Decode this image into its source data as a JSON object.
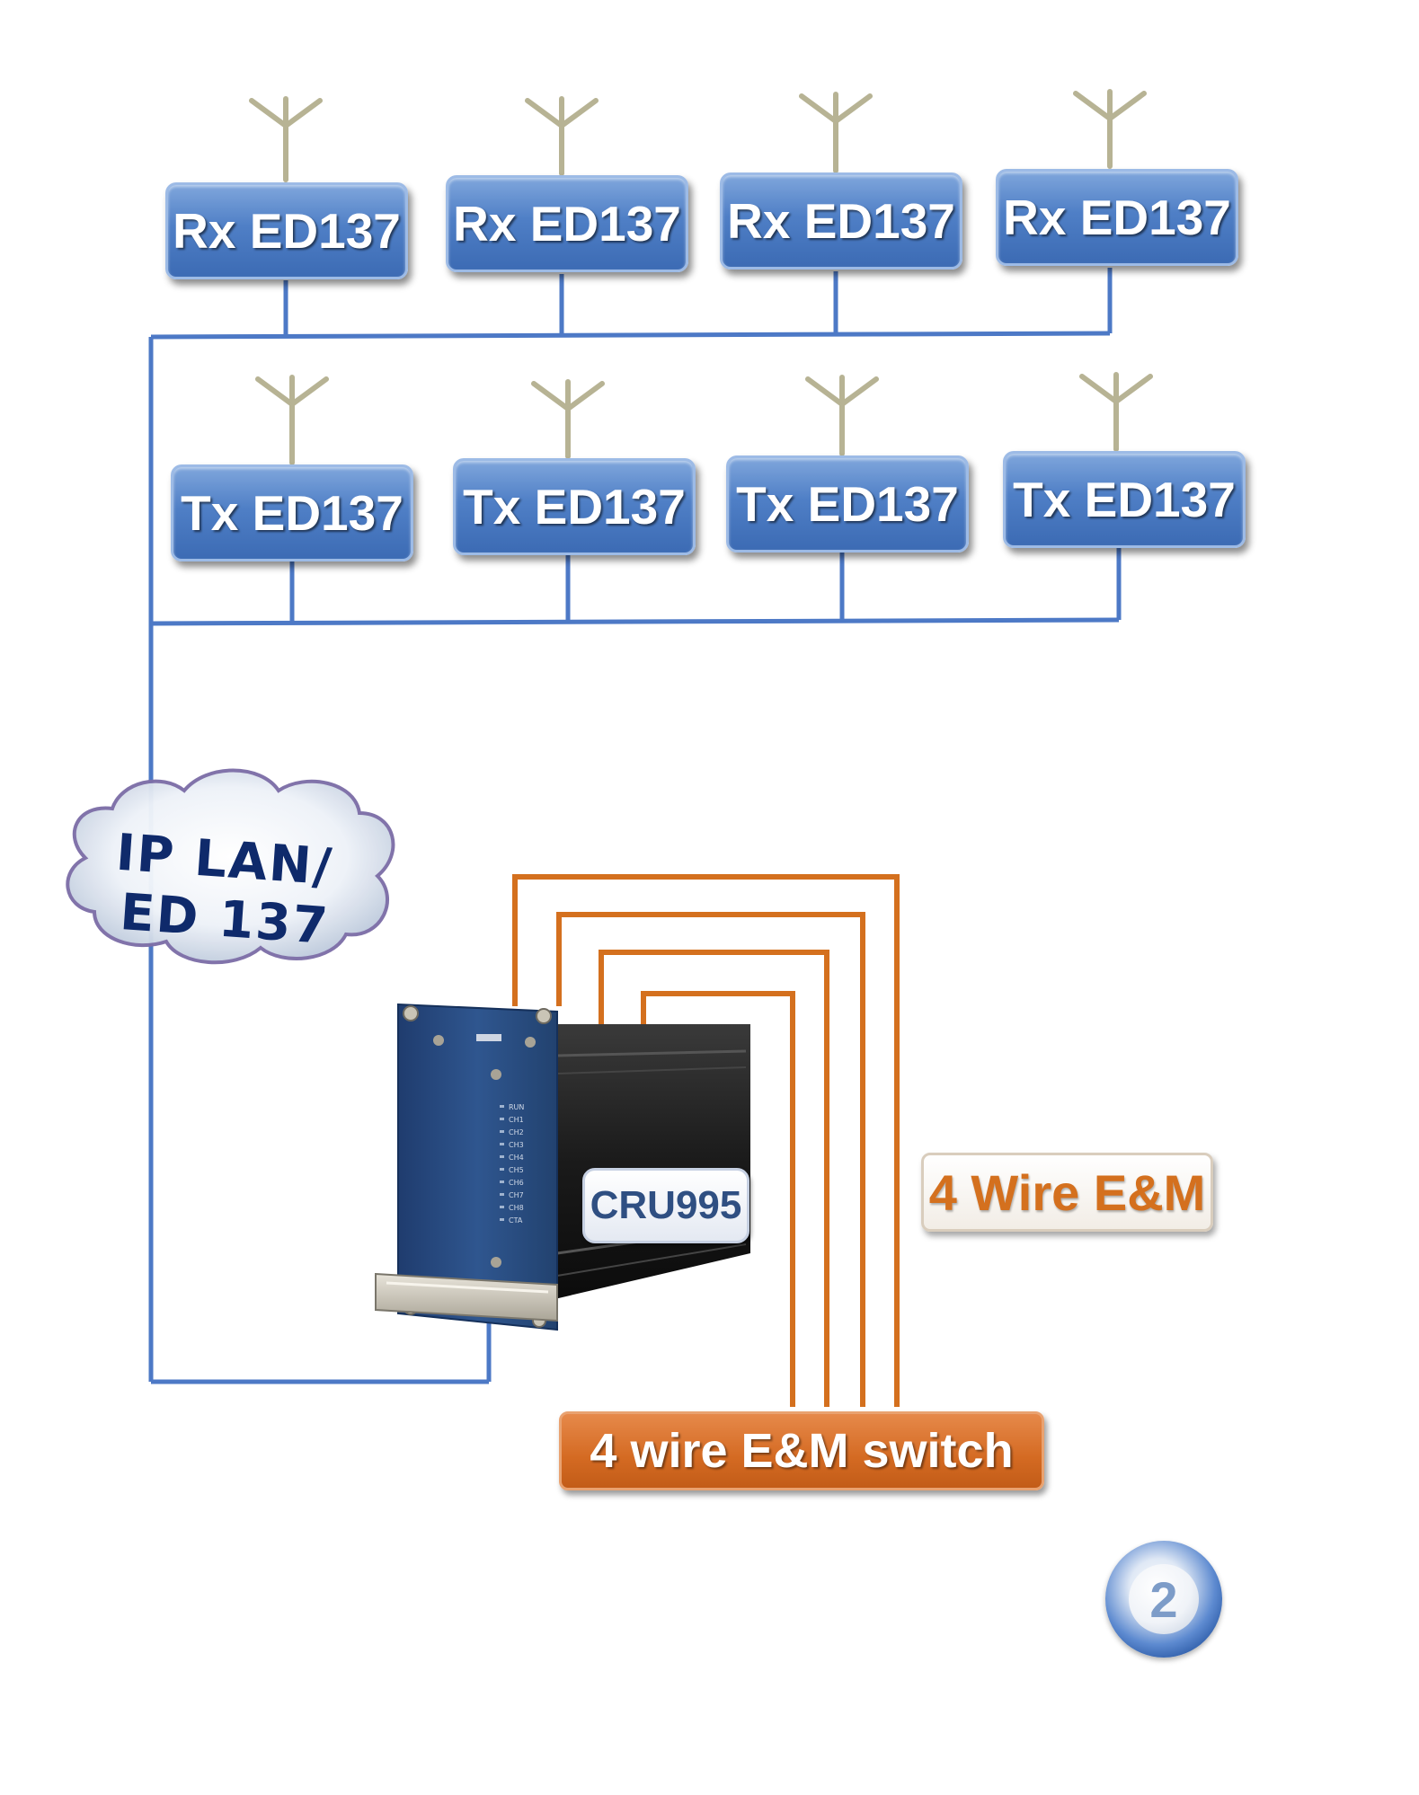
{
  "rx_radios": [
    {
      "label": "Rx ED137"
    },
    {
      "label": "Rx ED137"
    },
    {
      "label": "Rx ED137"
    },
    {
      "label": "Rx ED137"
    }
  ],
  "tx_radios": [
    {
      "label": "Tx ED137"
    },
    {
      "label": "Tx ED137"
    },
    {
      "label": "Tx ED137"
    },
    {
      "label": "Tx ED137"
    }
  ],
  "network_cloud": {
    "line1": "IP LAN/",
    "line2": "ED 137"
  },
  "card": {
    "label": "CRU995",
    "led_labels": [
      "RUN",
      "CH1",
      "CH2",
      "CH3",
      "CH4",
      "CH5",
      "CH6",
      "CH7",
      "CH8",
      "CTA"
    ]
  },
  "wire_label": "4 Wire E&M",
  "switch_label": "4 wire E&M switch",
  "page_number": "2",
  "colors": {
    "network_line": "#4d79c6",
    "wire_line": "#d4701e",
    "antenna": "#b7b394",
    "radio_box": "#4f7fc6"
  }
}
